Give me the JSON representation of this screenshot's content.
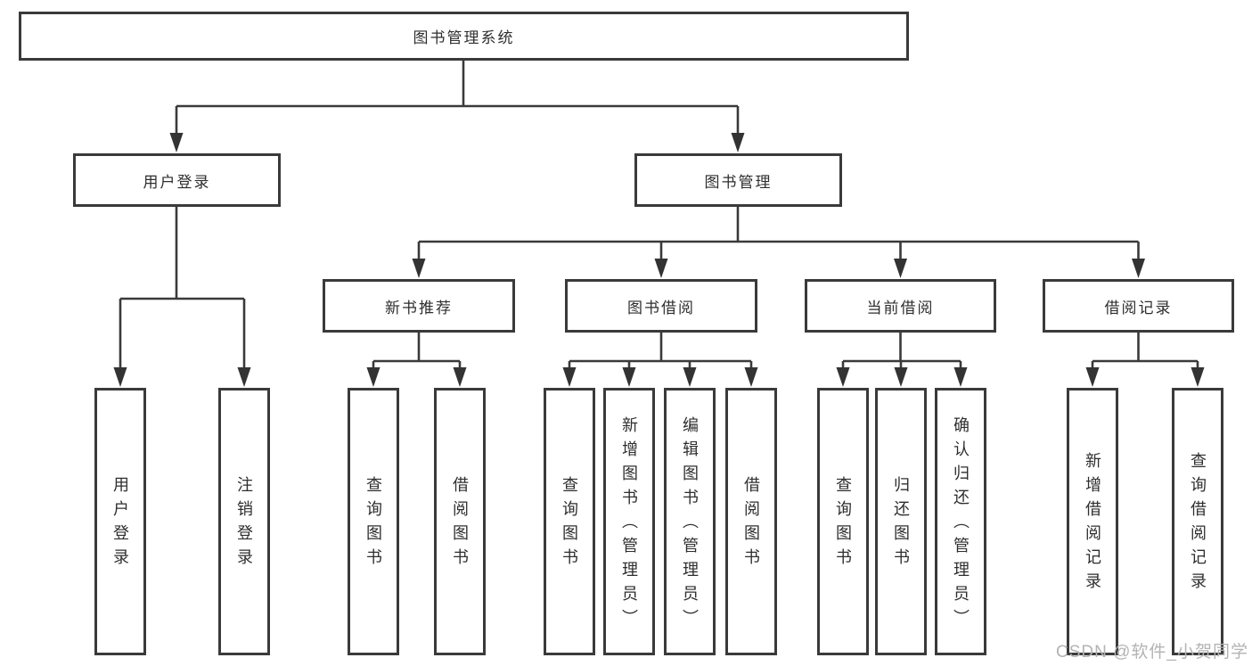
{
  "diagram_type": "hierarchy-tree",
  "tree": {
    "label": "图书管理系统",
    "children": [
      {
        "label": "用户登录",
        "children": [
          {
            "label": "用户登录"
          },
          {
            "label": "注销登录"
          }
        ]
      },
      {
        "label": "图书管理",
        "children": [
          {
            "label": "新书推荐",
            "children": [
              {
                "label": "查询图书"
              },
              {
                "label": "借阅图书"
              }
            ]
          },
          {
            "label": "图书借阅",
            "children": [
              {
                "label": "查询图书"
              },
              {
                "label": "新增图书（管理员）"
              },
              {
                "label": "编辑图书（管理员）"
              },
              {
                "label": "借阅图书"
              }
            ]
          },
          {
            "label": "当前借阅",
            "children": [
              {
                "label": "查询图书"
              },
              {
                "label": "归还图书"
              },
              {
                "label": "确认归还（管理员）"
              }
            ]
          },
          {
            "label": "借阅记录",
            "children": [
              {
                "label": "新增借阅记录"
              },
              {
                "label": "查询借阅记录"
              }
            ]
          }
        ]
      }
    ]
  },
  "watermark": {
    "text": "CSDN @软件_小贺同学"
  },
  "colors": {
    "line": "#3a3a3a",
    "box_border": "#3a3a3a",
    "text": "#2e2e2e",
    "watermark": "#b3b3b3",
    "background": "#ffffff"
  }
}
